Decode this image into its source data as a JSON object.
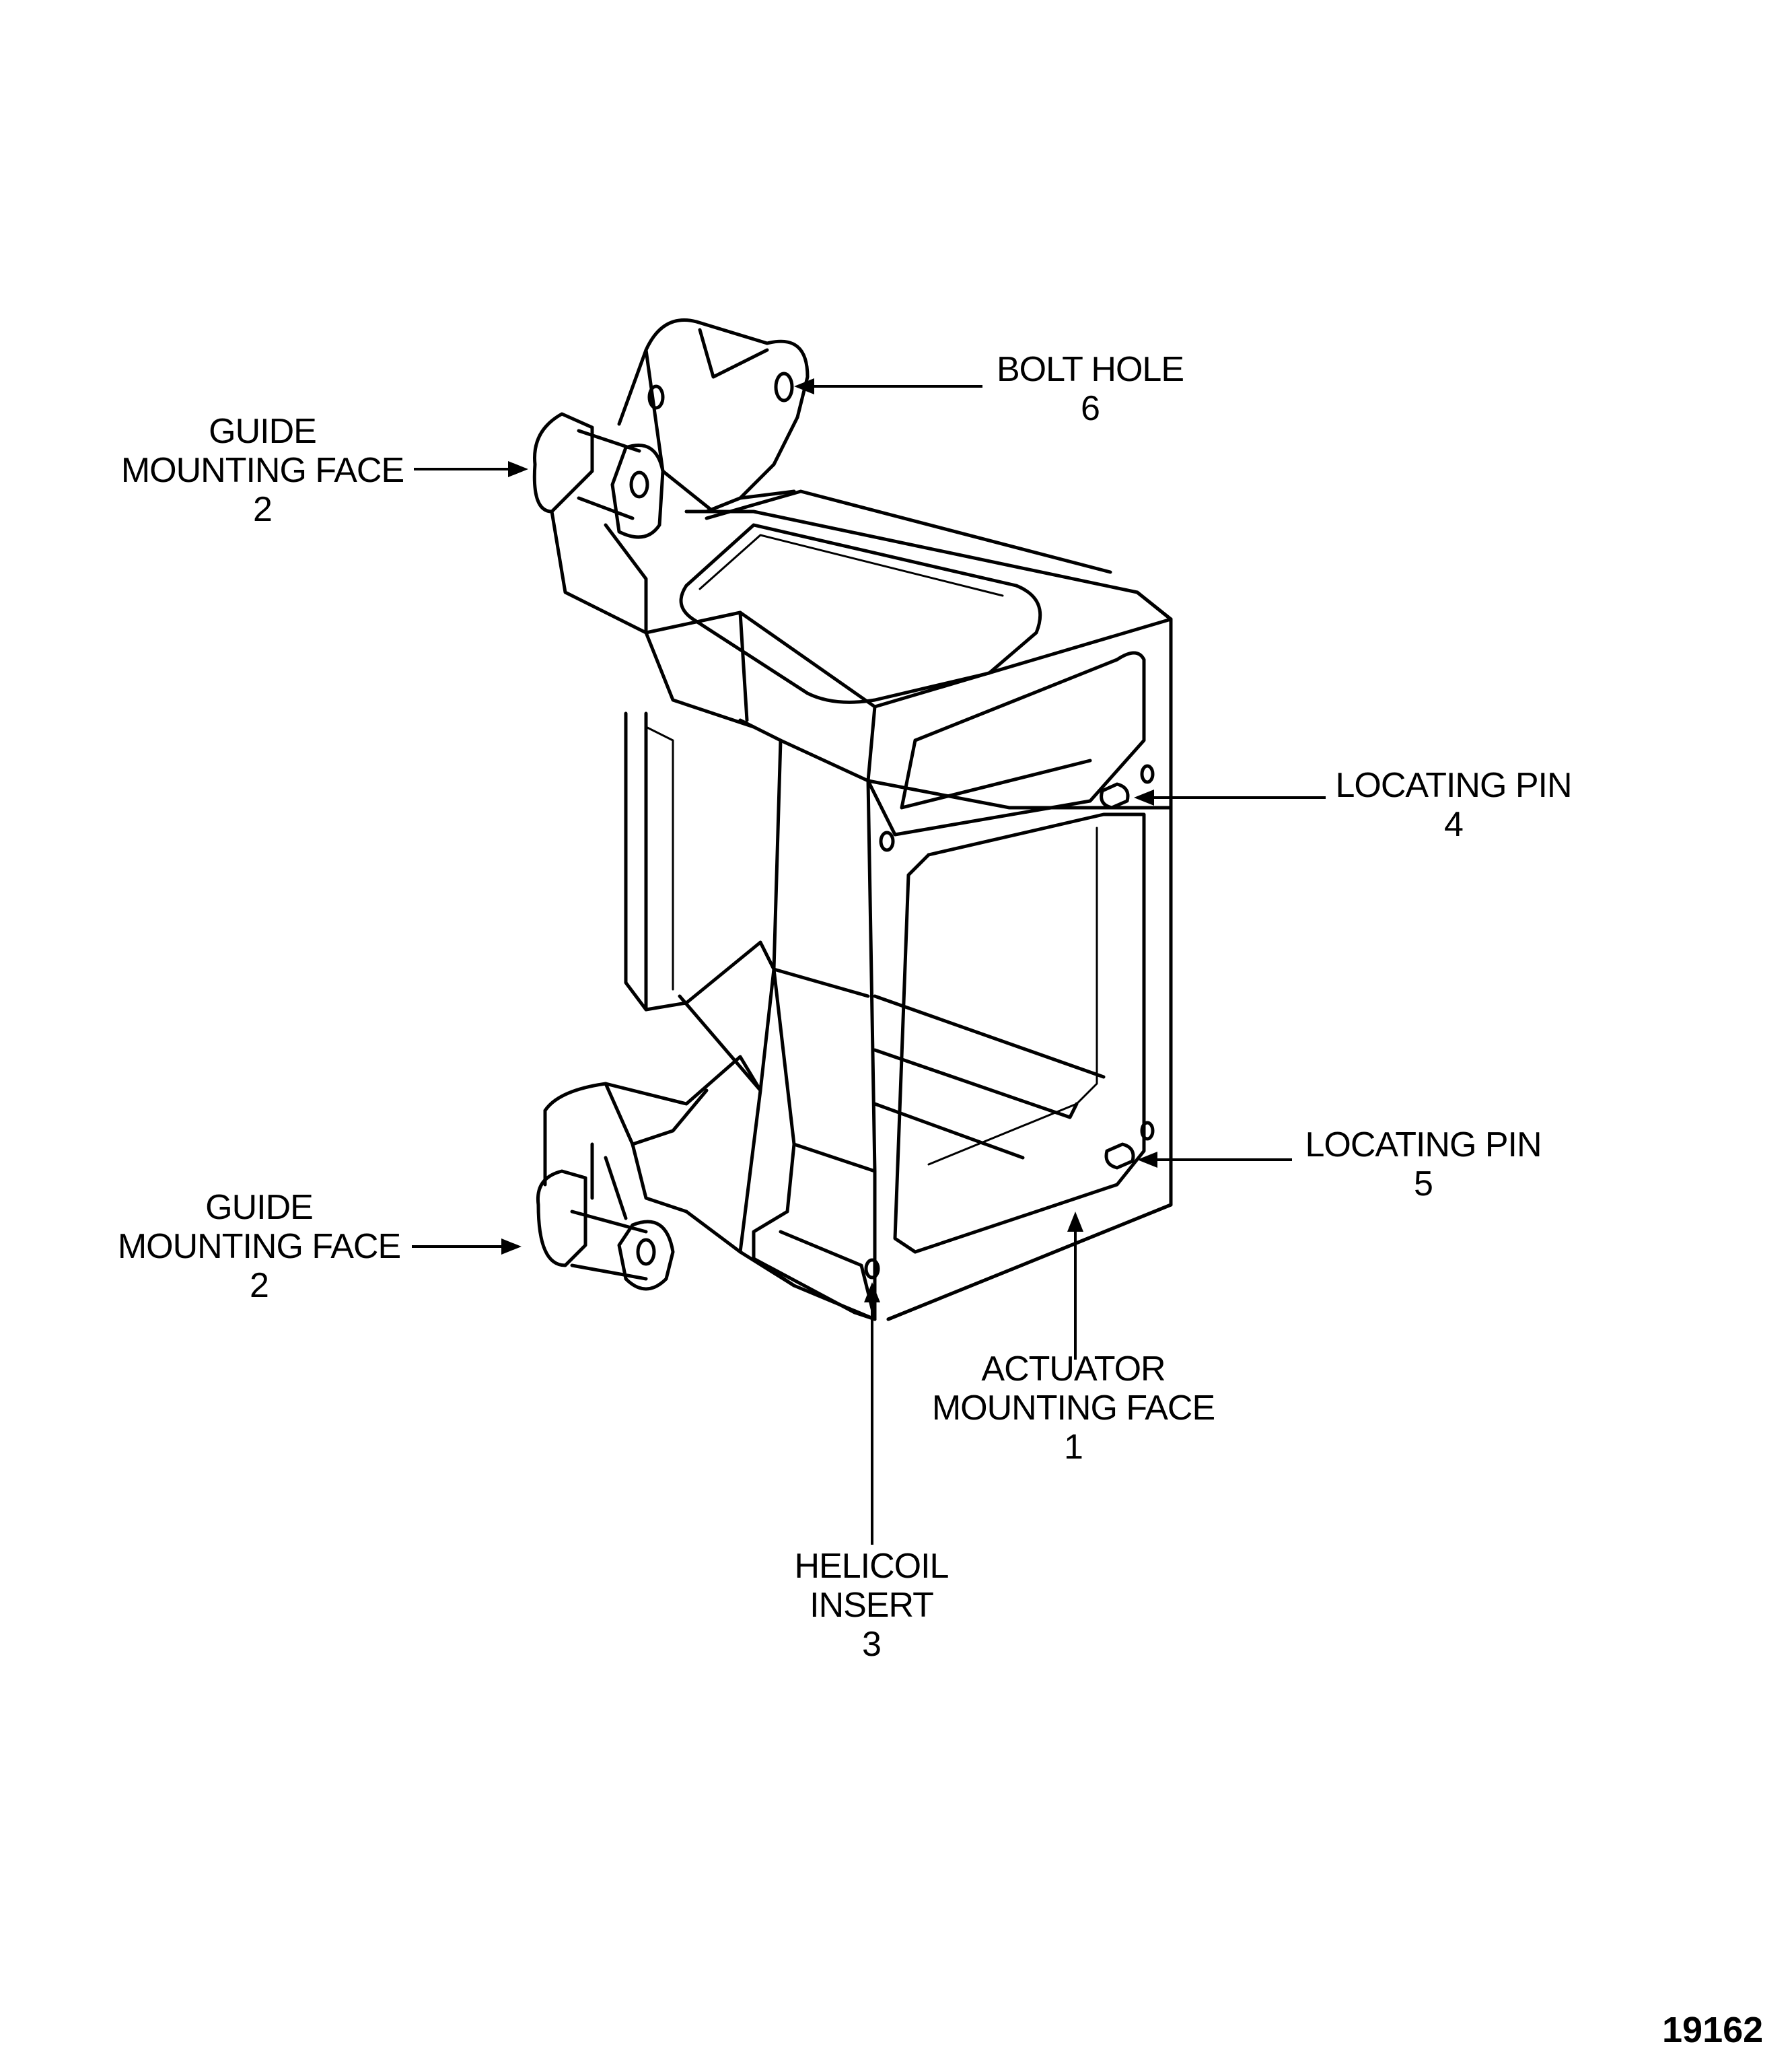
{
  "callouts": {
    "bolt_hole": {
      "line1": "BOLT HOLE",
      "number": "6"
    },
    "guide_mounting_face_top": {
      "line1": "GUIDE",
      "line2": "MOUNTING FACE",
      "number": "2"
    },
    "locating_pin_4": {
      "line1": "LOCATING PIN",
      "number": "4"
    },
    "locating_pin_5": {
      "line1": "LOCATING PIN",
      "number": "5"
    },
    "guide_mounting_face_bottom": {
      "line1": "GUIDE",
      "line2": "MOUNTING FACE",
      "number": "2"
    },
    "actuator_mounting_face": {
      "line1": "ACTUATOR",
      "line2": "MOUNTING FACE",
      "number": "1"
    },
    "helicoil_insert": {
      "line1": "HELICOIL",
      "line2": "INSERT",
      "number": "3"
    }
  },
  "figure_number": "19162"
}
